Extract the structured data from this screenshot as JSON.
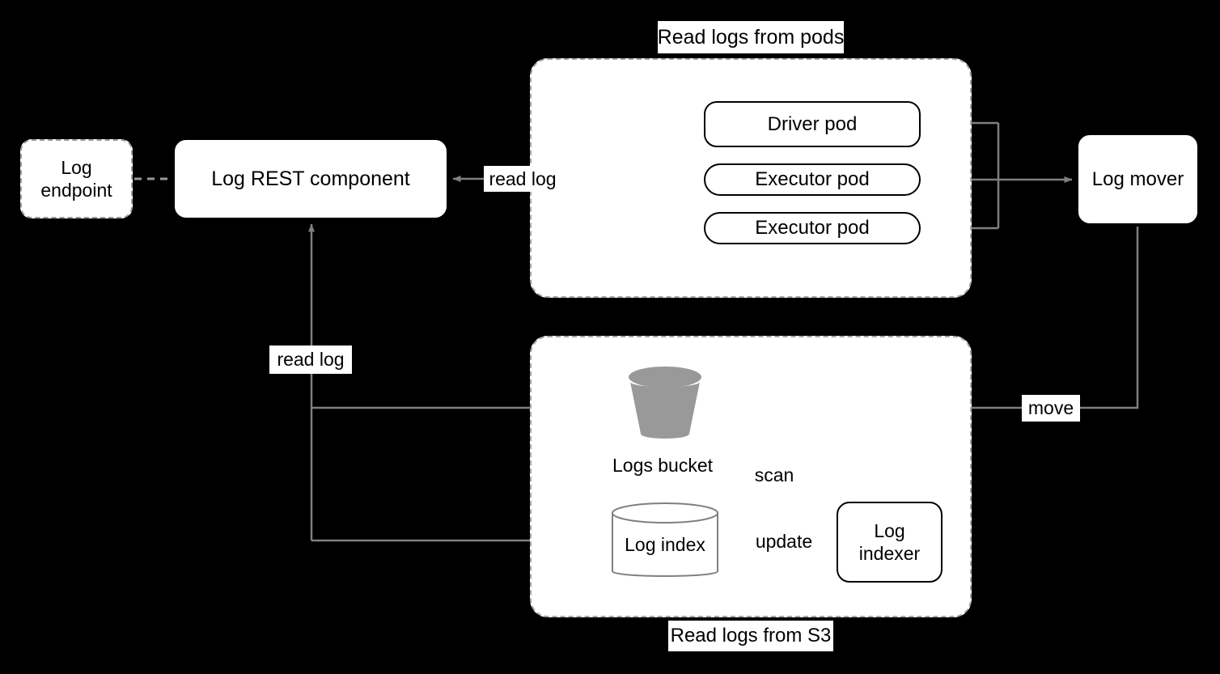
{
  "diagram": {
    "title_tags": {
      "pods_group": "Read logs from pods",
      "s3_group": "Read logs from S3"
    },
    "nodes": {
      "log_endpoint": "Log\nendpoint",
      "log_endpoint_line1": "Log",
      "log_endpoint_line2": "endpoint",
      "log_rest_component": "Log REST component",
      "driver_pod": "Driver pod",
      "executor_pod_1": "Executor pod",
      "executor_pod_2": "Executor pod",
      "log_mover": "Log mover",
      "logs_bucket": "Logs bucket",
      "log_index": "Log index",
      "log_indexer_line1": "Log",
      "log_indexer_line2": "indexer"
    },
    "edge_labels": {
      "read_log_pods": "read log",
      "read_log_s3": "read log",
      "move": "move",
      "scan": "scan",
      "update": "update"
    },
    "colors": {
      "background": "#000000",
      "node_fill": "#ffffff",
      "node_stroke": "#000000",
      "dashed_stroke": "#9a9a9a",
      "wire": "#7f7f7f",
      "bucket_fill": "#999999",
      "cylinder_stroke": "#808080",
      "text": "#000000"
    }
  }
}
